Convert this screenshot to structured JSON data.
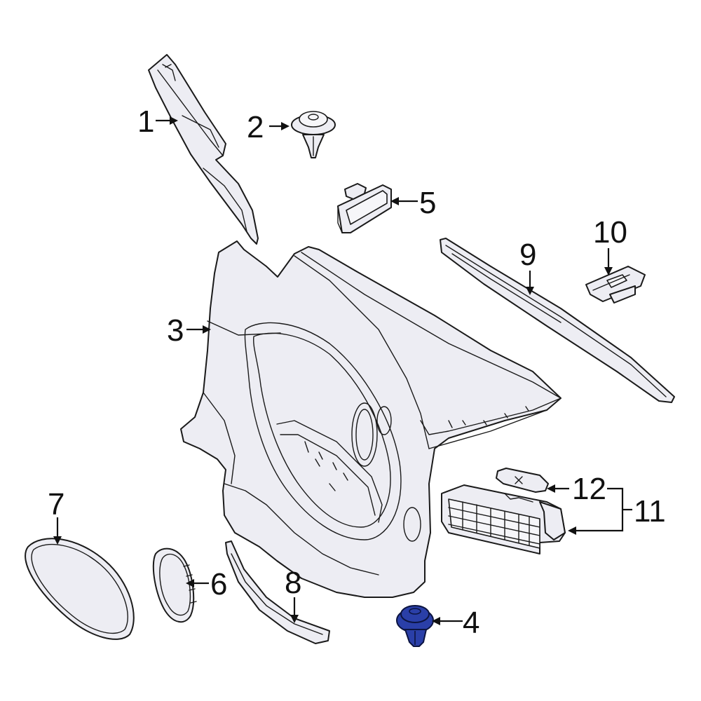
{
  "diagram": {
    "callouts": [
      {
        "id": "1",
        "text": "1"
      },
      {
        "id": "2",
        "text": "2"
      },
      {
        "id": "3",
        "text": "3"
      },
      {
        "id": "4",
        "text": "4"
      },
      {
        "id": "5",
        "text": "5"
      },
      {
        "id": "6",
        "text": "6"
      },
      {
        "id": "7",
        "text": "7"
      },
      {
        "id": "8",
        "text": "8"
      },
      {
        "id": "9",
        "text": "9"
      },
      {
        "id": "10",
        "text": "10"
      },
      {
        "id": "11",
        "text": "11"
      },
      {
        "id": "12",
        "text": "12"
      }
    ],
    "highlighted_part": "4",
    "colors": {
      "highlight": "#2a3fa8",
      "part_fill": "#ededf3",
      "line": "#1a1a1a"
    }
  }
}
